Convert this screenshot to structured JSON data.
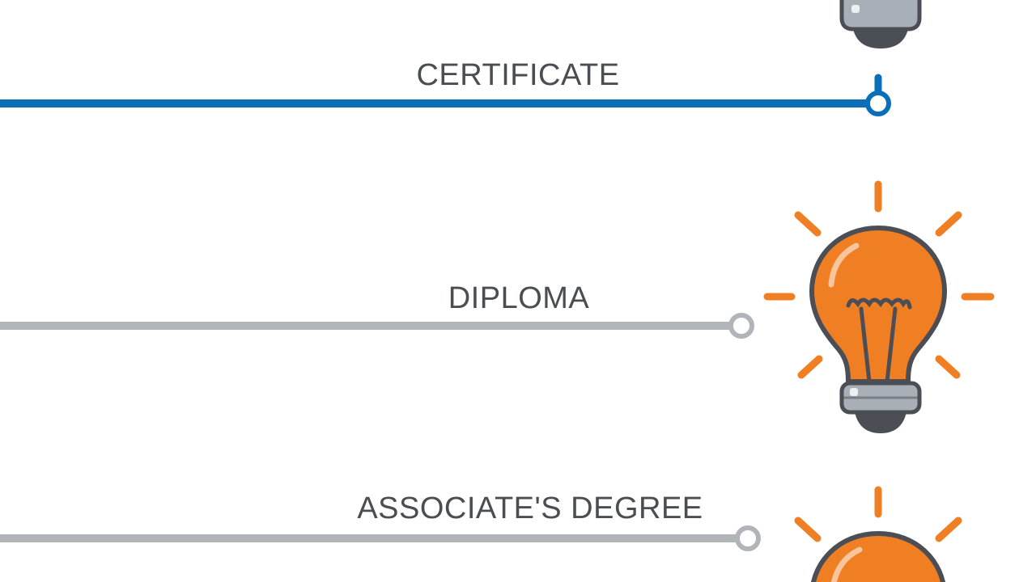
{
  "levels": [
    {
      "label": "CERTIFICATE",
      "active": true
    },
    {
      "label": "DIPLOMA",
      "active": false
    },
    {
      "label": "ASSOCIATE'S DEGREE",
      "active": false
    }
  ],
  "colors": {
    "active_line": "#0a6fb8",
    "inactive_line": "#b1b5b9",
    "bulb_fill": "#f07f24",
    "bulb_outline": "#4b4f55",
    "bulb_base": "#a9afb6",
    "text": "#4a4d52"
  },
  "icons": [
    "lightbulb-icon"
  ]
}
